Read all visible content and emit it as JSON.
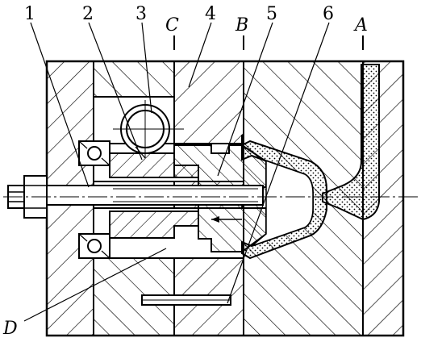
{
  "figure": {
    "part_labels": {
      "n1": "1",
      "n2": "2",
      "n3": "3",
      "n4": "4",
      "n5": "5",
      "n6": "6"
    },
    "section_labels": {
      "C": "C",
      "B": "B",
      "A": "A",
      "D": "D"
    }
  }
}
